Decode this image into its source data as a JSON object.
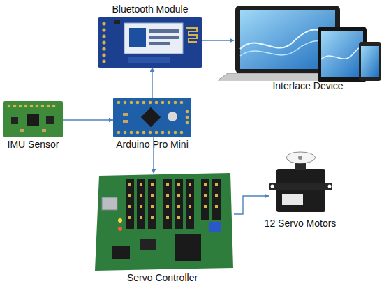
{
  "diagram": {
    "nodes": [
      {
        "text": [
          "Bluetooth Module"
        ]
      },
      {
        "text": [
          "Interface Device"
        ]
      },
      {
        "text": [
          "IMU Sensor"
        ]
      },
      {
        "text": [
          "Arduino Pro Mini"
        ]
      },
      {
        "text": [
          "Servo Controller"
        ]
      },
      {
        "text": [
          "12 Servo Motors"
        ]
      }
    ],
    "edges": [
      {
        "from": 2,
        "to": 3,
        "arrow": "to"
      },
      {
        "from": 3,
        "to": 0,
        "arrow": "to"
      },
      {
        "from": 0,
        "to": 1,
        "arrow": "to"
      },
      {
        "from": 3,
        "to": 4,
        "arrow": "to"
      },
      {
        "from": 4,
        "to": 5,
        "arrow": "to"
      }
    ]
  }
}
